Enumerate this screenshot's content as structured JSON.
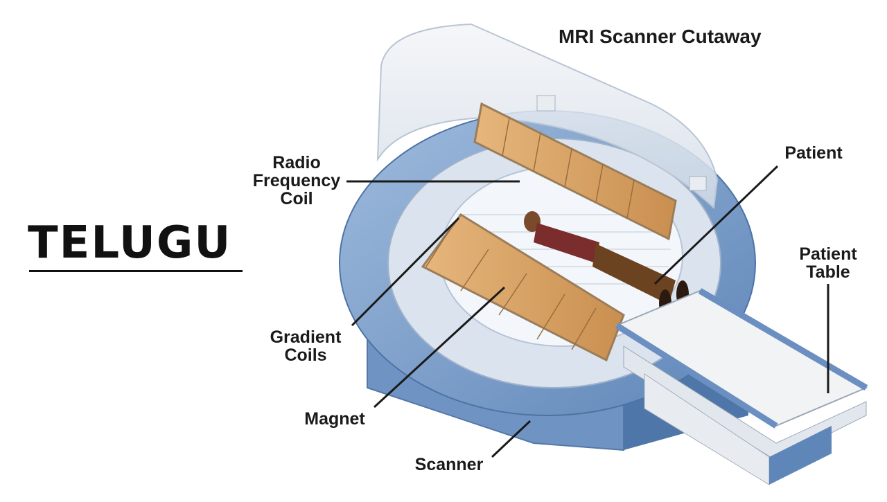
{
  "title": "MRI Scanner Cutaway",
  "watermark": "TELUGU",
  "labels": {
    "radio_frequency_coil": "Radio\nFrequency\nCoil",
    "patient": "Patient",
    "patient_table": "Patient\nTable",
    "gradient_coils": "Gradient\nCoils",
    "magnet": "Magnet",
    "scanner": "Scanner"
  },
  "colors": {
    "housing_blue": "#7d9fc8",
    "housing_light": "#e6ebf1",
    "coil_tan": "#d9a467",
    "table_white": "#f1f3f5",
    "leader": "#1a1a1a"
  }
}
